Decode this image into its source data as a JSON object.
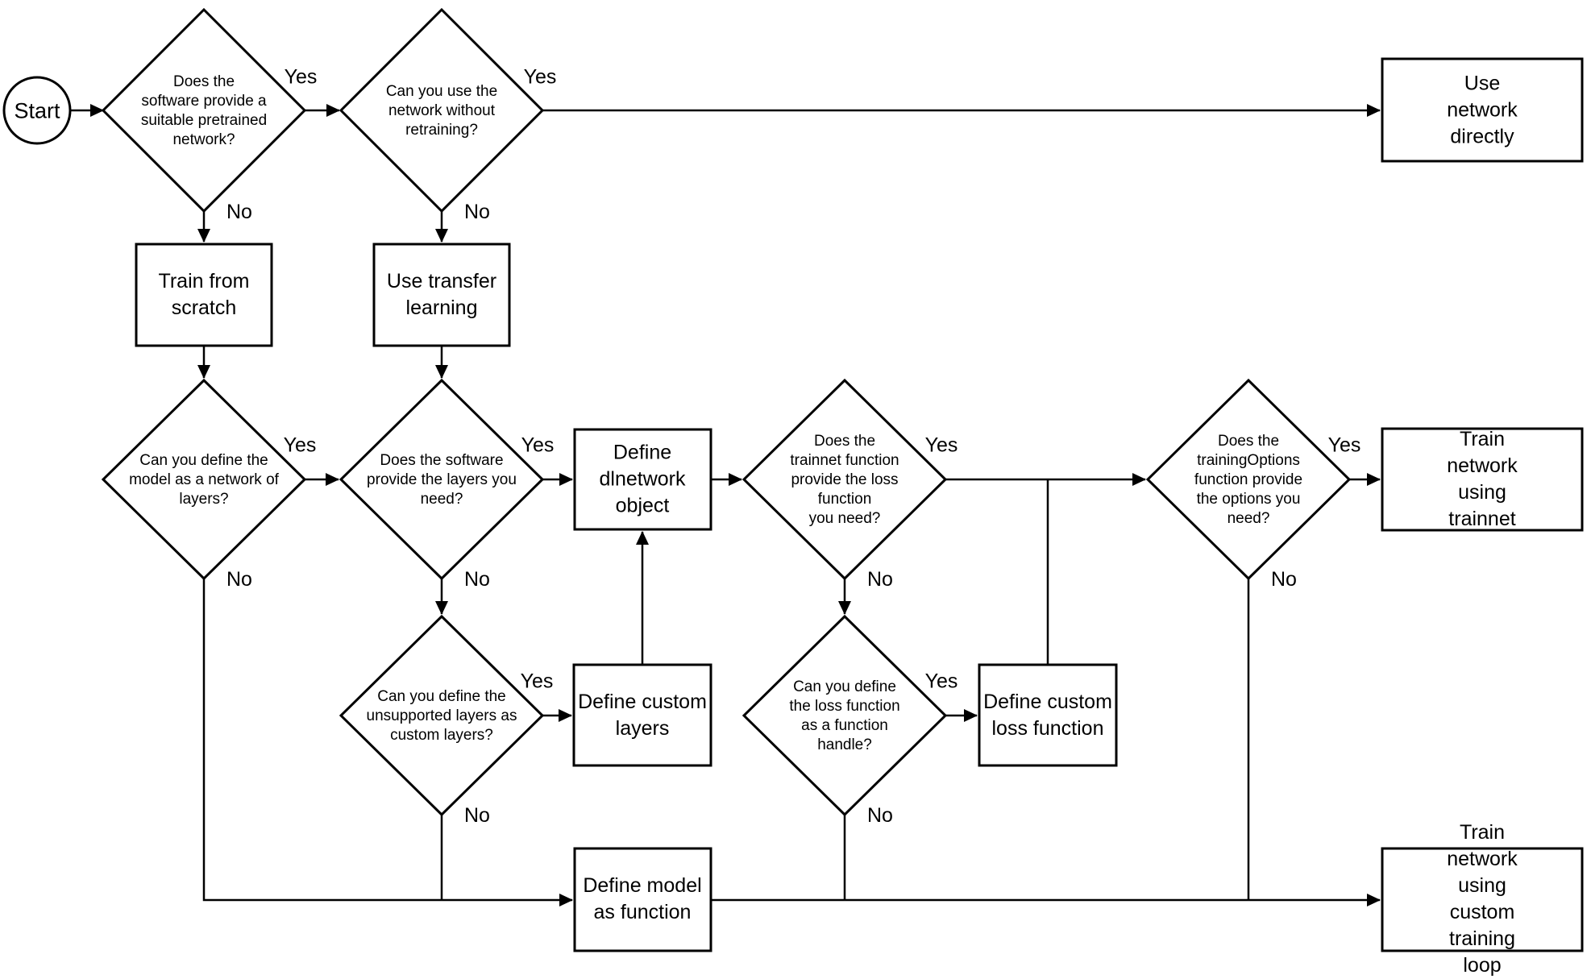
{
  "labels": {
    "yes": "Yes",
    "no": "No"
  },
  "start": {
    "label": "Start"
  },
  "decisions": {
    "pretrained": {
      "text": "Does the\nsoftware provide a\nsuitable pretrained\nnetwork?"
    },
    "without_retraining": {
      "text": "Can you use the\nnetwork without\nretraining?"
    },
    "network_of_layers": {
      "text": "Can you define the\nmodel as a network of\nlayers?"
    },
    "layers_provided": {
      "text": "Does the software\nprovide the layers you\nneed?"
    },
    "trainnet_loss": {
      "text": "Does the\ntrainnet function\nprovide the loss\nfunction\nyou need?"
    },
    "training_options": {
      "text": "Does the\ntrainingOptions\nfunction provide\nthe options you\nneed?"
    },
    "unsupported_layers": {
      "text": "Can you define the\nunsupported layers as\ncustom layers?"
    },
    "loss_handle": {
      "text": "Can you define\nthe loss function\nas a function\nhandle?"
    }
  },
  "processes": {
    "use_network_directly": {
      "text": "Use network directly"
    },
    "train_from_scratch": {
      "text": "Train from\nscratch"
    },
    "use_transfer_learning": {
      "text": "Use transfer\nlearning"
    },
    "define_dlnetwork_object": {
      "text": "Define\ndlnetwork\nobject"
    },
    "define_custom_layers": {
      "text": "Define custom\nlayers"
    },
    "define_custom_loss_function": {
      "text": "Define custom\nloss function"
    },
    "define_model_as_function": {
      "text": "Define model\nas function"
    },
    "train_network_using_trainnet": {
      "text": "Train network using\ntrainnet"
    },
    "train_network_custom_loop": {
      "text": "Train network using\ncustom training loop"
    }
  },
  "colors": {
    "stroke": "#000000",
    "background": "#ffffff",
    "text": "#000000"
  }
}
